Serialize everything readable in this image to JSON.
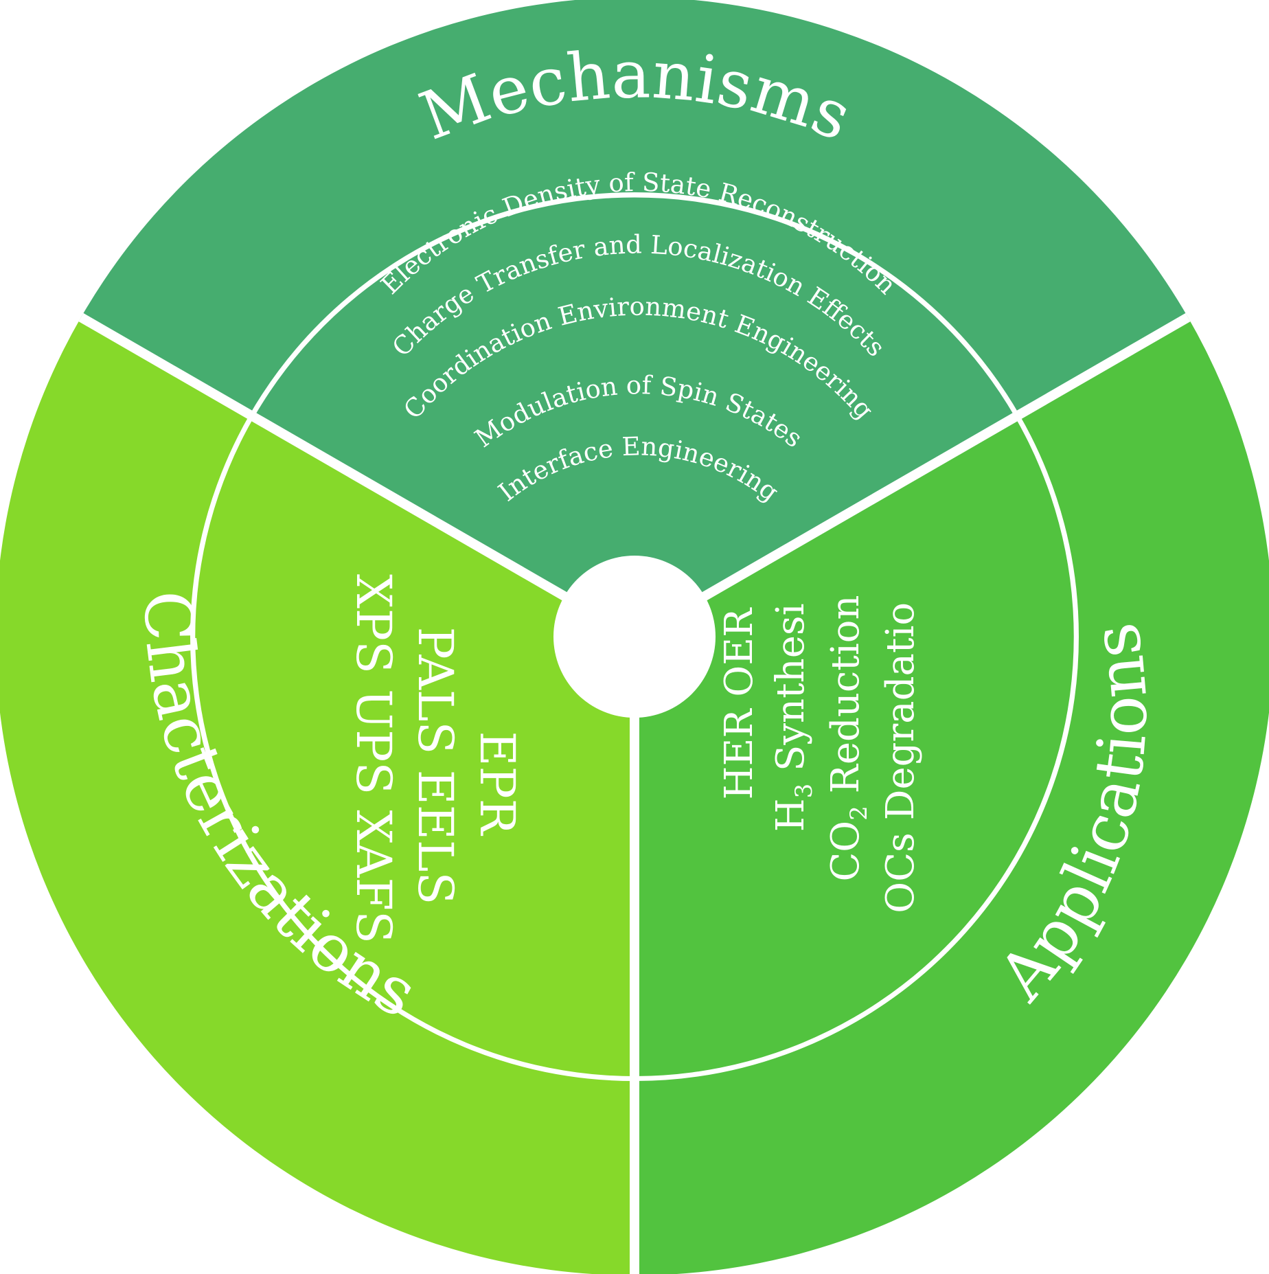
{
  "colors": {
    "mechanisms": "#46ad6f",
    "characterizations": "#86d92a",
    "applications": "#52c33f",
    "divider": "#ffffff",
    "text": "#ffffff"
  },
  "mechanisms": {
    "title": "Mechanisms",
    "items": [
      "Electronic Density of State Reconstruction",
      "Charge Transfer and Localization Effects",
      "Coordination Environment Engineering",
      "Modulation of Spin States",
      "Interface Engineering"
    ]
  },
  "characterizations": {
    "title": "Chacterizations",
    "items": [
      "EPR",
      "PALS EELS",
      "XPS UPS XAFS"
    ]
  },
  "applications": {
    "title": "Applications",
    "items": {
      "her_oer": "HER OER",
      "nh3_prefix": "NH",
      "nh3_sub": "3",
      "nh3_suffix": " Synthesis",
      "co2_prefix": "CO",
      "co2_sub": "2",
      "co2_suffix": " Reduction",
      "vocs": "VOCs Degradation"
    }
  }
}
